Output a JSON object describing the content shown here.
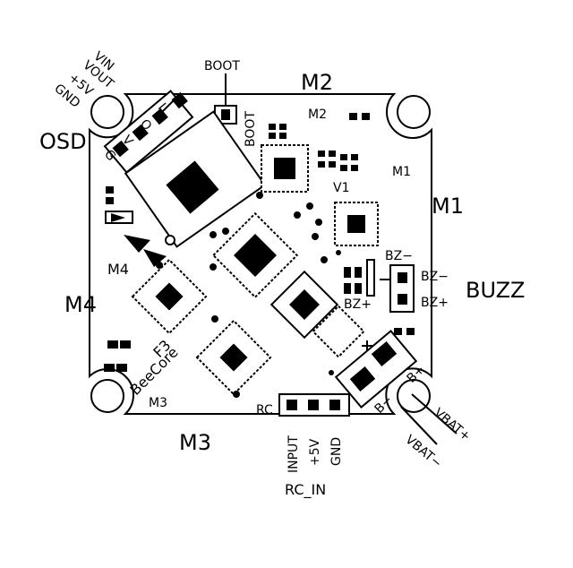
{
  "labels": {
    "boot_top": "BOOT",
    "boot_side": "BOOT",
    "m2_big": "M2",
    "m2_small": "M2",
    "m1_small": "M1",
    "m1_big": "M1",
    "m4_big": "M4",
    "m4_small": "M4",
    "m3_big": "M3",
    "m3_small": "M3",
    "osd": "OSD",
    "vin": "VIN",
    "vout": "VOUT",
    "plus5v_osd": "+5V",
    "gnd_osd": "GND",
    "osd_g": "G",
    "osd_v": "V",
    "osd_o": "O",
    "osd_i": "I",
    "v1": "V1",
    "bz_minus_inner": "BZ−",
    "bz_plus_inner": "BZ+",
    "bz_minus_outer": "BZ−",
    "bz_plus_outer": "BZ+",
    "buzz": "BUZZ",
    "f3": "F3",
    "beecore": "BeeCore",
    "rc": "RC",
    "rc_input": "INPUT",
    "rc_5v": "+5V",
    "rc_gnd": "GND",
    "rc_in": "RC_IN",
    "b_plus": "B+",
    "b_minus": "B−",
    "vbat_plus": "VBAT+",
    "vbat_minus": "VBAT−"
  },
  "colors": {
    "ink": "#000000",
    "board": "#ffffff"
  }
}
